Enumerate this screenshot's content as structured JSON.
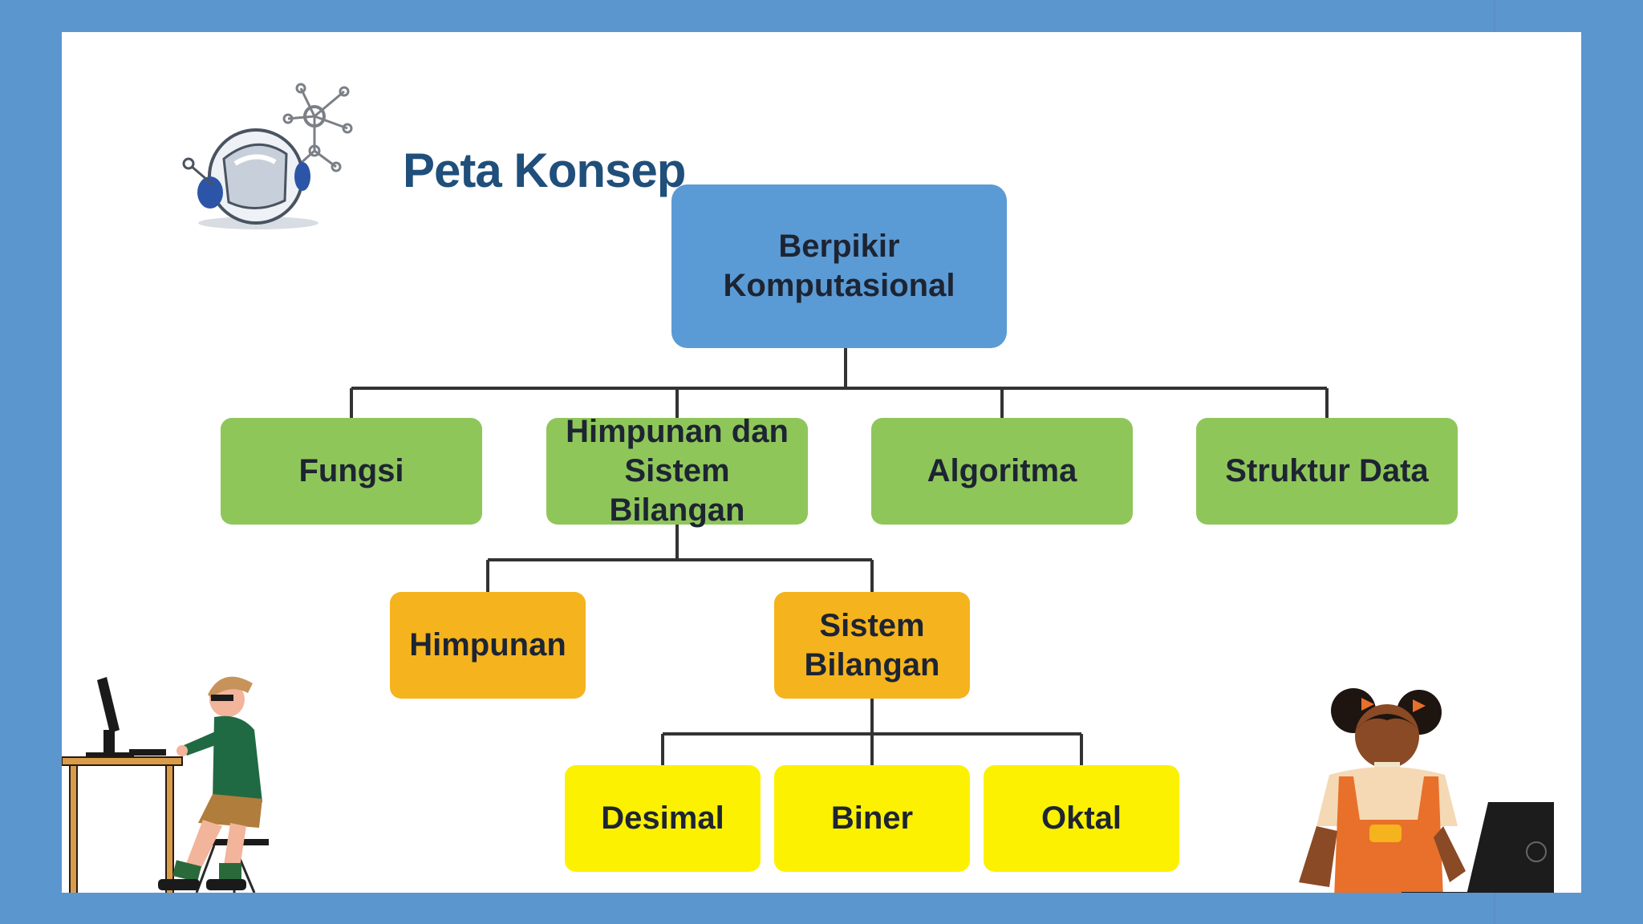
{
  "title": "Peta Konsep",
  "colors": {
    "background": "#5b96cf",
    "panel": "#ffffff",
    "title": "#1f4f7a",
    "level_0": "#5b9bd5",
    "level_1": "#8fc65a",
    "level_2": "#f5b31d",
    "level_3": "#fbf100",
    "connector": "#333333"
  },
  "concept_map": {
    "root": {
      "label": "Berpikir Komputasional"
    },
    "level_1": [
      {
        "label": "Fungsi"
      },
      {
        "label": "Himpunan dan Sistem Bilangan"
      },
      {
        "label": "Algoritma"
      },
      {
        "label": "Struktur Data"
      }
    ],
    "level_2": [
      {
        "label": "Himpunan"
      },
      {
        "label": "Sistem Bilangan"
      }
    ],
    "level_3": [
      {
        "label": "Desimal"
      },
      {
        "label": "Biner"
      },
      {
        "label": "Oktal"
      }
    ]
  },
  "icons": {
    "logo": "astronaut-helmet-network-icon",
    "illustration_left": "person-at-computer-desk-illustration",
    "illustration_right": "girl-with-laptop-illustration"
  }
}
